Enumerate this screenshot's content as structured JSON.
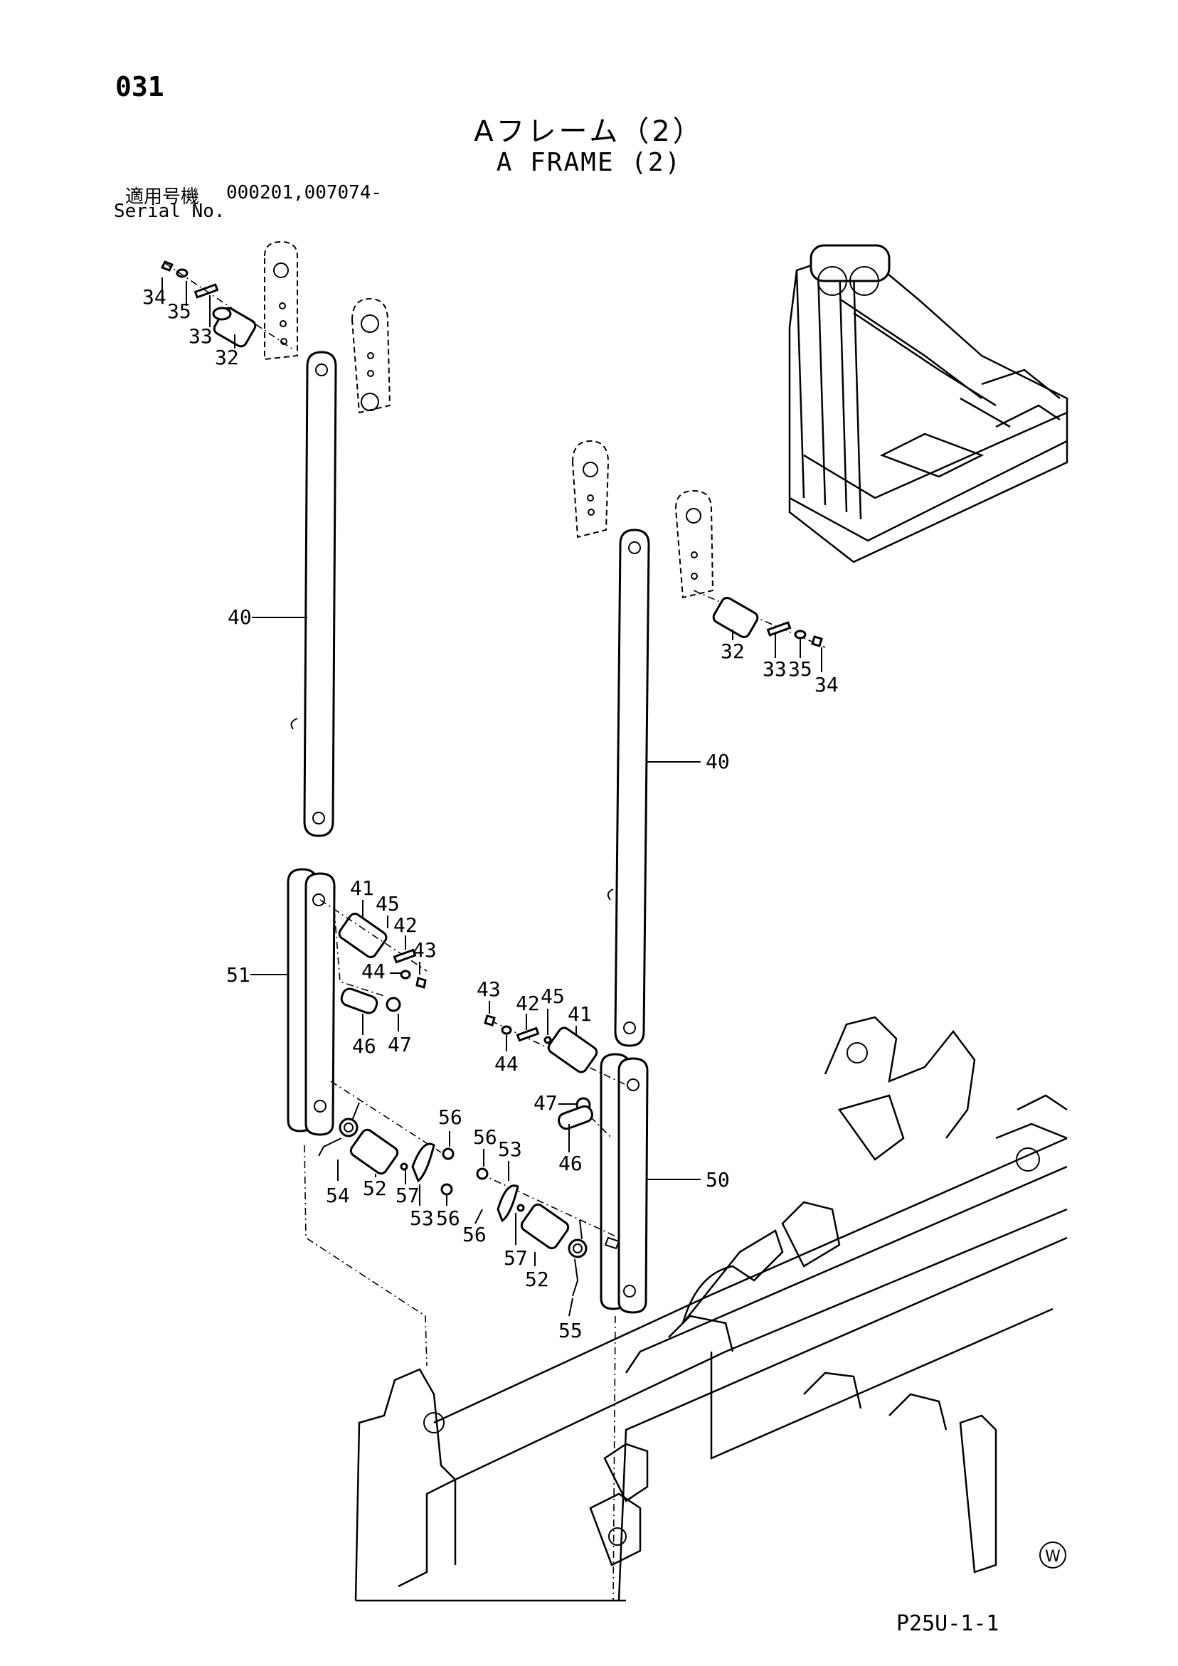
{
  "page": {
    "number": "031",
    "code": "P25U-1-1",
    "mark": "W"
  },
  "title": {
    "jp": "Aフレーム（2）",
    "en": "A FRAME (2)"
  },
  "serial": {
    "label_jp": "適用号機",
    "label_en": "Serial No.",
    "value": "000201,007074-"
  },
  "callouts": {
    "left_top": [
      "34",
      "35",
      "33",
      "32"
    ],
    "left_link": "40",
    "left_mid": [
      "41",
      "45",
      "42",
      "43",
      "44"
    ],
    "left_lower_link": "51",
    "left_lower": [
      "46",
      "47"
    ],
    "left_bottom": [
      "56",
      "54",
      "52",
      "57",
      "53",
      "56"
    ],
    "right_top": [
      "32",
      "33",
      "35",
      "34"
    ],
    "right_link": "40",
    "right_mid": [
      "43",
      "42",
      "45",
      "41",
      "44"
    ],
    "right_lower": [
      "47",
      "46"
    ],
    "right_lower_link": "50",
    "right_bottom": [
      "56",
      "53",
      "56",
      "57",
      "52",
      "55"
    ]
  }
}
